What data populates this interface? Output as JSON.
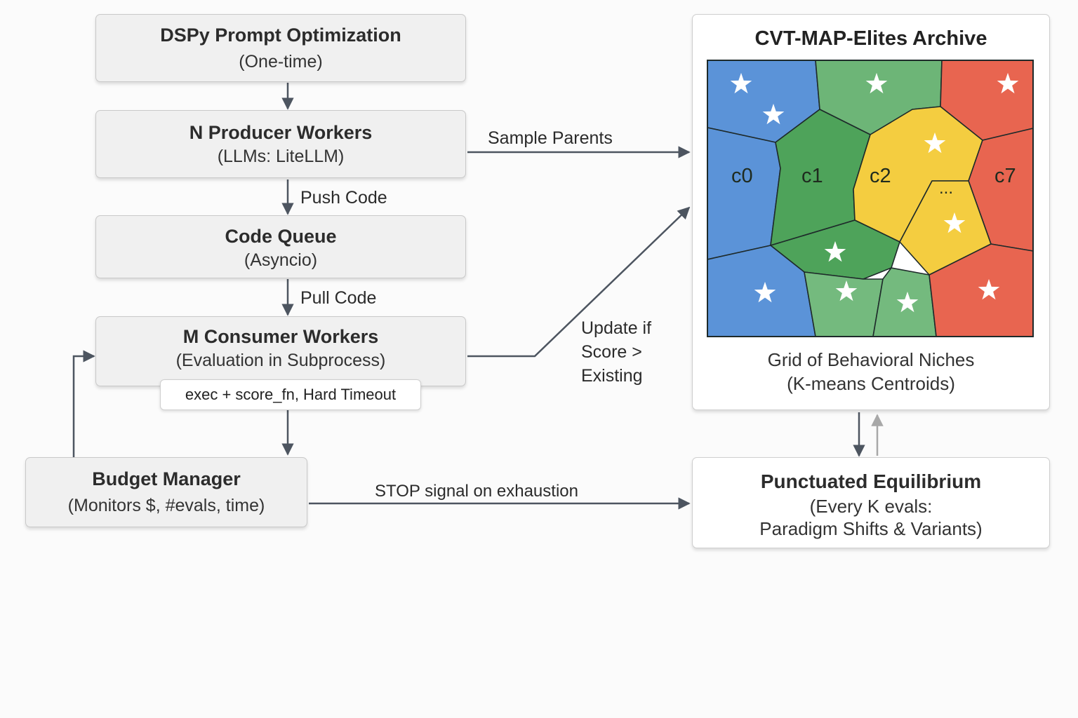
{
  "nodes": {
    "dspy": {
      "title": "DSPy Prompt Optimization",
      "sub": "(One-time)"
    },
    "producer": {
      "title": "N Producer Workers",
      "sub": "(LLMs: LiteLLM)"
    },
    "queue": {
      "title": "Code Queue",
      "sub": "(Asyncio)"
    },
    "consumer": {
      "title": "M Consumer Workers",
      "sub": "(Evaluation in Subprocess)"
    },
    "exec": {
      "label": "exec + score_fn, Hard Timeout"
    },
    "budget": {
      "title": "Budget Manager",
      "sub": "(Monitors $, #evals, time)"
    },
    "archive": {
      "title": "CVT-MAP-Elites Archive",
      "caption1": "Grid of Behavioral Niches",
      "caption2": "(K-means Centroids)",
      "cells": [
        "c0",
        "c1",
        "c2",
        "...",
        "c7"
      ]
    },
    "pe": {
      "title": "Punctuated Equilibrium",
      "sub1": "(Every K evals:",
      "sub2": "Paradigm Shifts & Variants)"
    }
  },
  "edges": {
    "push": "Push Code",
    "pull": "Pull Code",
    "sample": "Sample Parents",
    "update1": "Update if",
    "update2": "Score >",
    "update3": "Existing",
    "stop": "STOP signal on exhaustion"
  },
  "colors": {
    "blue": "#5b93d8",
    "green_dark": "#4ea35a",
    "green_light": "#74ba7e",
    "yellow": "#f4cd40",
    "red": "#e86550",
    "arrow": "#4d5560"
  }
}
